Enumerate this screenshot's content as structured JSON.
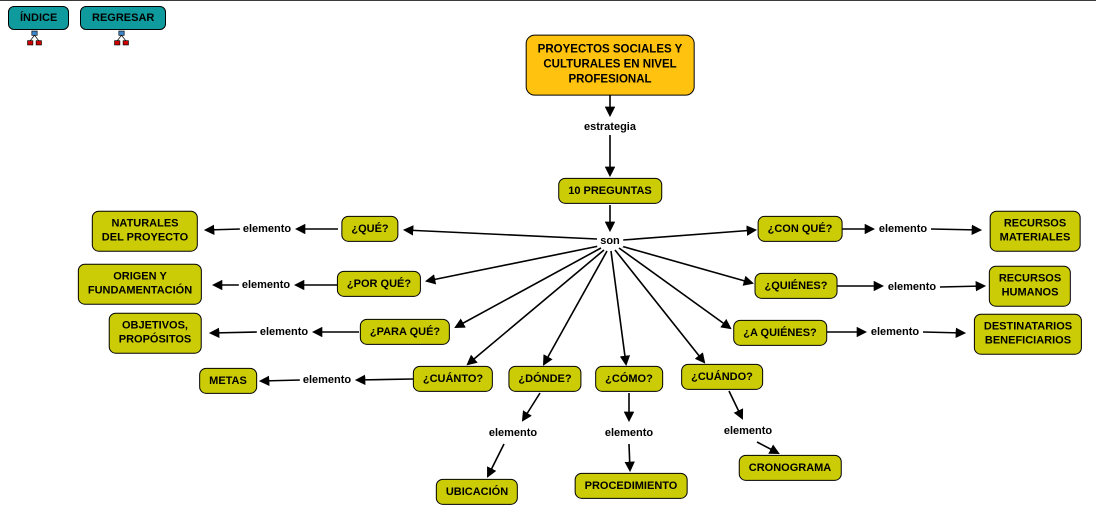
{
  "toolbar": {
    "indice_label": "ÍNDICE",
    "regresar_label": "REGRESAR"
  },
  "map": {
    "root": "PROYECTOS SOCIALES Y\nCULTURALES EN NIVEL\nPROFESIONAL",
    "link_labels": {
      "estrategia": "estrategia",
      "son": "son",
      "elemento": "elemento"
    },
    "nodes": {
      "preguntas": "10 PREGUNTAS",
      "que": "¿QUÉ?",
      "por_que": "¿POR QUÉ?",
      "para_que": "¿PARA QUÉ?",
      "cuanto": "¿CUÁNTO?",
      "donde": "¿DÓNDE?",
      "como": "¿CÓMO?",
      "cuando": "¿CUÁNDO?",
      "con_que": "¿CON QUÉ?",
      "quienes": "¿QUIÉNES?",
      "a_quienes": "¿A QUIÉNES?",
      "naturales": "NATURALES\nDEL PROYECTO",
      "origen": "ORIGEN Y\nFUNDAMENTACIÓN",
      "objetivos": "OBJETIVOS,\nPROPÓSITOS",
      "metas": "METAS",
      "ubicacion": "UBICACIÓN",
      "procedimiento": "PROCEDIMIENTO",
      "cronograma": "CRONOGRAMA",
      "recursos_materiales": "RECURSOS\nMATERIALES",
      "recursos_humanos": "RECURSOS\nHUMANOS",
      "destinatarios": "DESTINATARIOS\nBENEFICIARIOS"
    },
    "colors": {
      "node_bg": "#cbcc05",
      "root_bg": "#ffc20e",
      "button_bg": "#0f9b9d",
      "line_color": "#000000"
    }
  }
}
